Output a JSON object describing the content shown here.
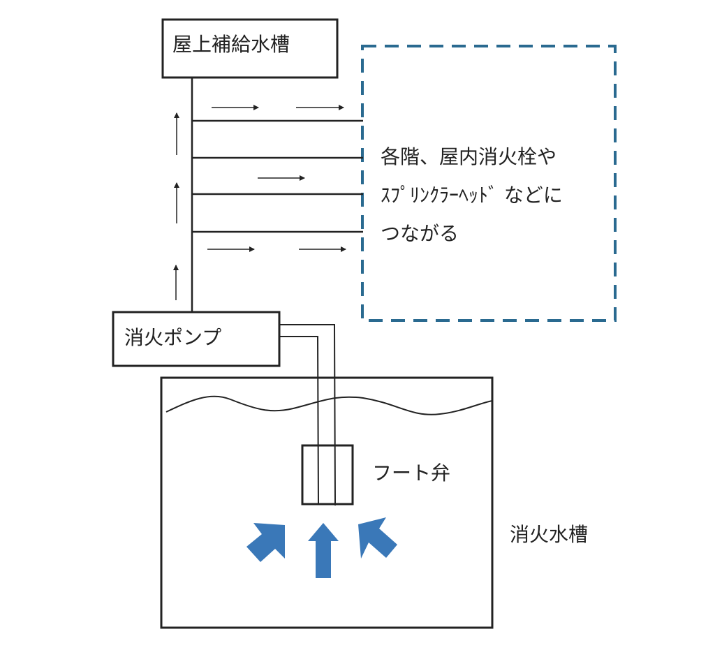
{
  "labels": {
    "roof_tank": "屋上補給水槽",
    "pump": "消火ポンプ",
    "foot_valve": "フート弁",
    "fire_tank": "消火水槽",
    "floors_line1": "各階、屋内消火栓や",
    "floors_line2": "ｽﾌﾟﾘﾝｸﾗｰﾍｯﾄﾞ などに",
    "floors_line3": "つながる"
  },
  "colors": {
    "line": "#222222",
    "dashed_box": "#2a6a90",
    "flow_arrow": "#3a78b8"
  }
}
